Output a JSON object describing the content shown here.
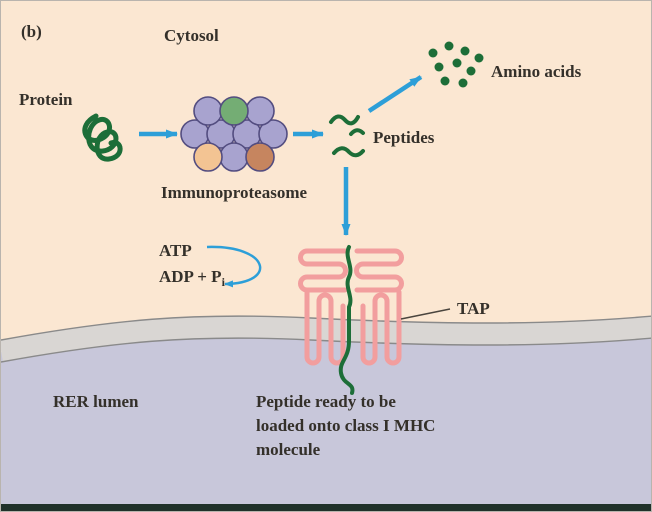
{
  "panel_label": "(b)",
  "labels": {
    "cytosol": "Cytosol",
    "protein": "Protein",
    "immunoproteasome": "Immunoproteasome",
    "peptides": "Peptides",
    "amino_acids": "Amino acids",
    "atp": "ATP",
    "adp": "ADP + P",
    "adp_sub": "i",
    "tap": "TAP",
    "rer_lumen": "RER lumen"
  },
  "caption": {
    "line1": "Peptide ready to be",
    "line2": "loaded onto class I MHC",
    "line3": "molecule"
  },
  "icons": {
    "protein_tangle": "protein-tangle",
    "immunoproteasome_complex": "immunoproteasome-subunit-cluster",
    "peptide_fragments": "peptide-squiggles",
    "amino_acid_dots": "amino-acid-dots",
    "tap_transporter": "tap-transporter",
    "membrane": "rer-membrane"
  },
  "colors": {
    "cytosol_bg": "#fbe7d2",
    "lumen_bg": "#c8c7da",
    "membrane_fill": "#d9d6d3",
    "membrane_line": "#8a8a8a",
    "arrow_blue": "#2d9fd8",
    "protein_green": "#1d6e38",
    "proteasome_purple": "#a8a3cf",
    "proteasome_outline": "#534d80",
    "subunit_green": "#74ad74",
    "subunit_orange": "#f3c493",
    "subunit_brown": "#c6855f",
    "tap_pink": "#f29e9e",
    "text": "#34302a",
    "bottom_bar": "#20312a"
  }
}
